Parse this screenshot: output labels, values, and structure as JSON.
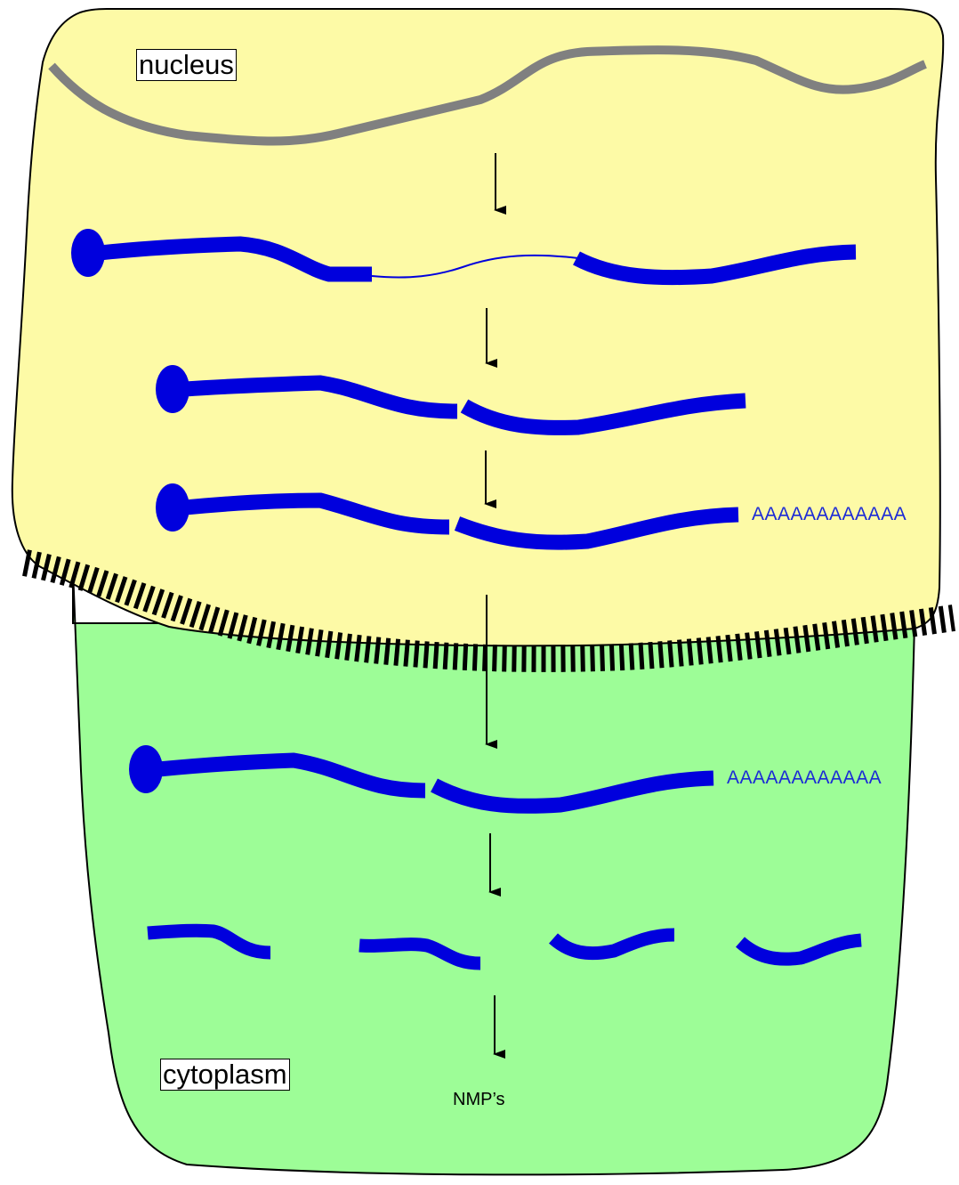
{
  "labels": {
    "nucleus": "nucleus",
    "cytoplasm": "cytoplasm",
    "poly_a_nuclear": "AAAAAAAAAAAA",
    "poly_a_cytoplasmic": "AAAAAAAAAAAA",
    "products": "NMP’s"
  },
  "colors": {
    "nucleus_fill": "#fdfaa6",
    "cytoplasm_fill": "#9dfd97",
    "dna": "#808080",
    "rna": "#0000dd",
    "poly_a_text": "#1b2ad6",
    "arrow": "#000000"
  }
}
